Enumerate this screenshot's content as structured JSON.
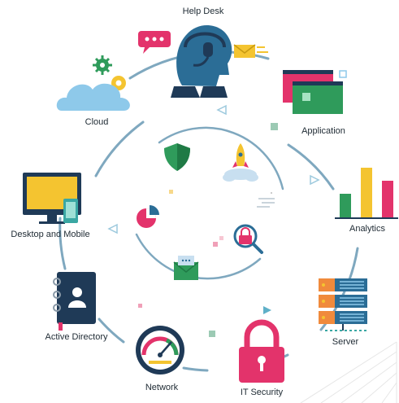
{
  "diagram": {
    "labels": {
      "help_desk": "Help Desk",
      "cloud": "Cloud",
      "application": "Application",
      "analytics": "Analytics",
      "desktop_mobile": "Desktop and Mobile",
      "active_directory": "Active Directory",
      "server": "Server",
      "network": "Network",
      "it_security": "IT Security"
    },
    "colors": {
      "ring": "#7fa8bf",
      "navy": "#1f3a57",
      "cloud_blue": "#8ec9ea",
      "pink": "#e3336b",
      "green": "#2f9b5b",
      "yellow": "#f4c430",
      "orange": "#f08a3c",
      "teal": "#3aa7a3"
    },
    "icons": [
      "headset-agent-icon",
      "chat-bubble-icon",
      "envelope-icon",
      "cloud-gears-icon",
      "app-windows-icon",
      "bar-chart-icon",
      "desktop-monitor-icon",
      "address-book-icon",
      "server-rack-icon",
      "speedometer-icon",
      "padlock-icon",
      "shield-icon",
      "rocket-icon",
      "pie-chart-icon",
      "magnifier-lock-icon",
      "inbox-envelope-icon"
    ]
  }
}
